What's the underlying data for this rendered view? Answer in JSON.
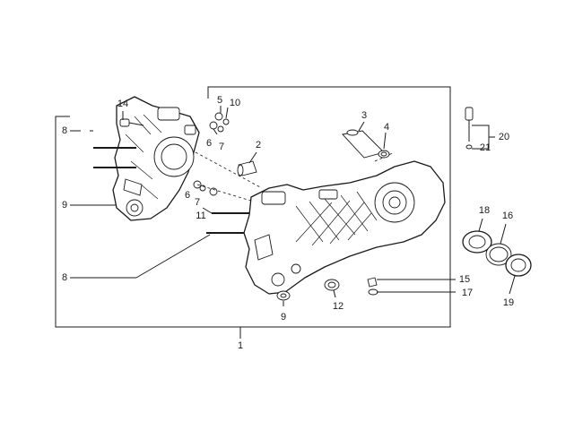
{
  "callouts": {
    "c1": "1",
    "c2": "2",
    "c3": "3",
    "c4": "4",
    "c5": "5",
    "c6a": "6",
    "c6b": "6",
    "c7a": "7",
    "c7b": "7",
    "c8a": "8",
    "c8b": "8",
    "c9a": "9",
    "c9b": "9",
    "c10": "10",
    "c11": "11",
    "c12": "12",
    "c14": "14",
    "c15": "15",
    "c16": "16",
    "c17": "17",
    "c18": "18",
    "c19": "19",
    "c20": "20",
    "c21": "21"
  }
}
